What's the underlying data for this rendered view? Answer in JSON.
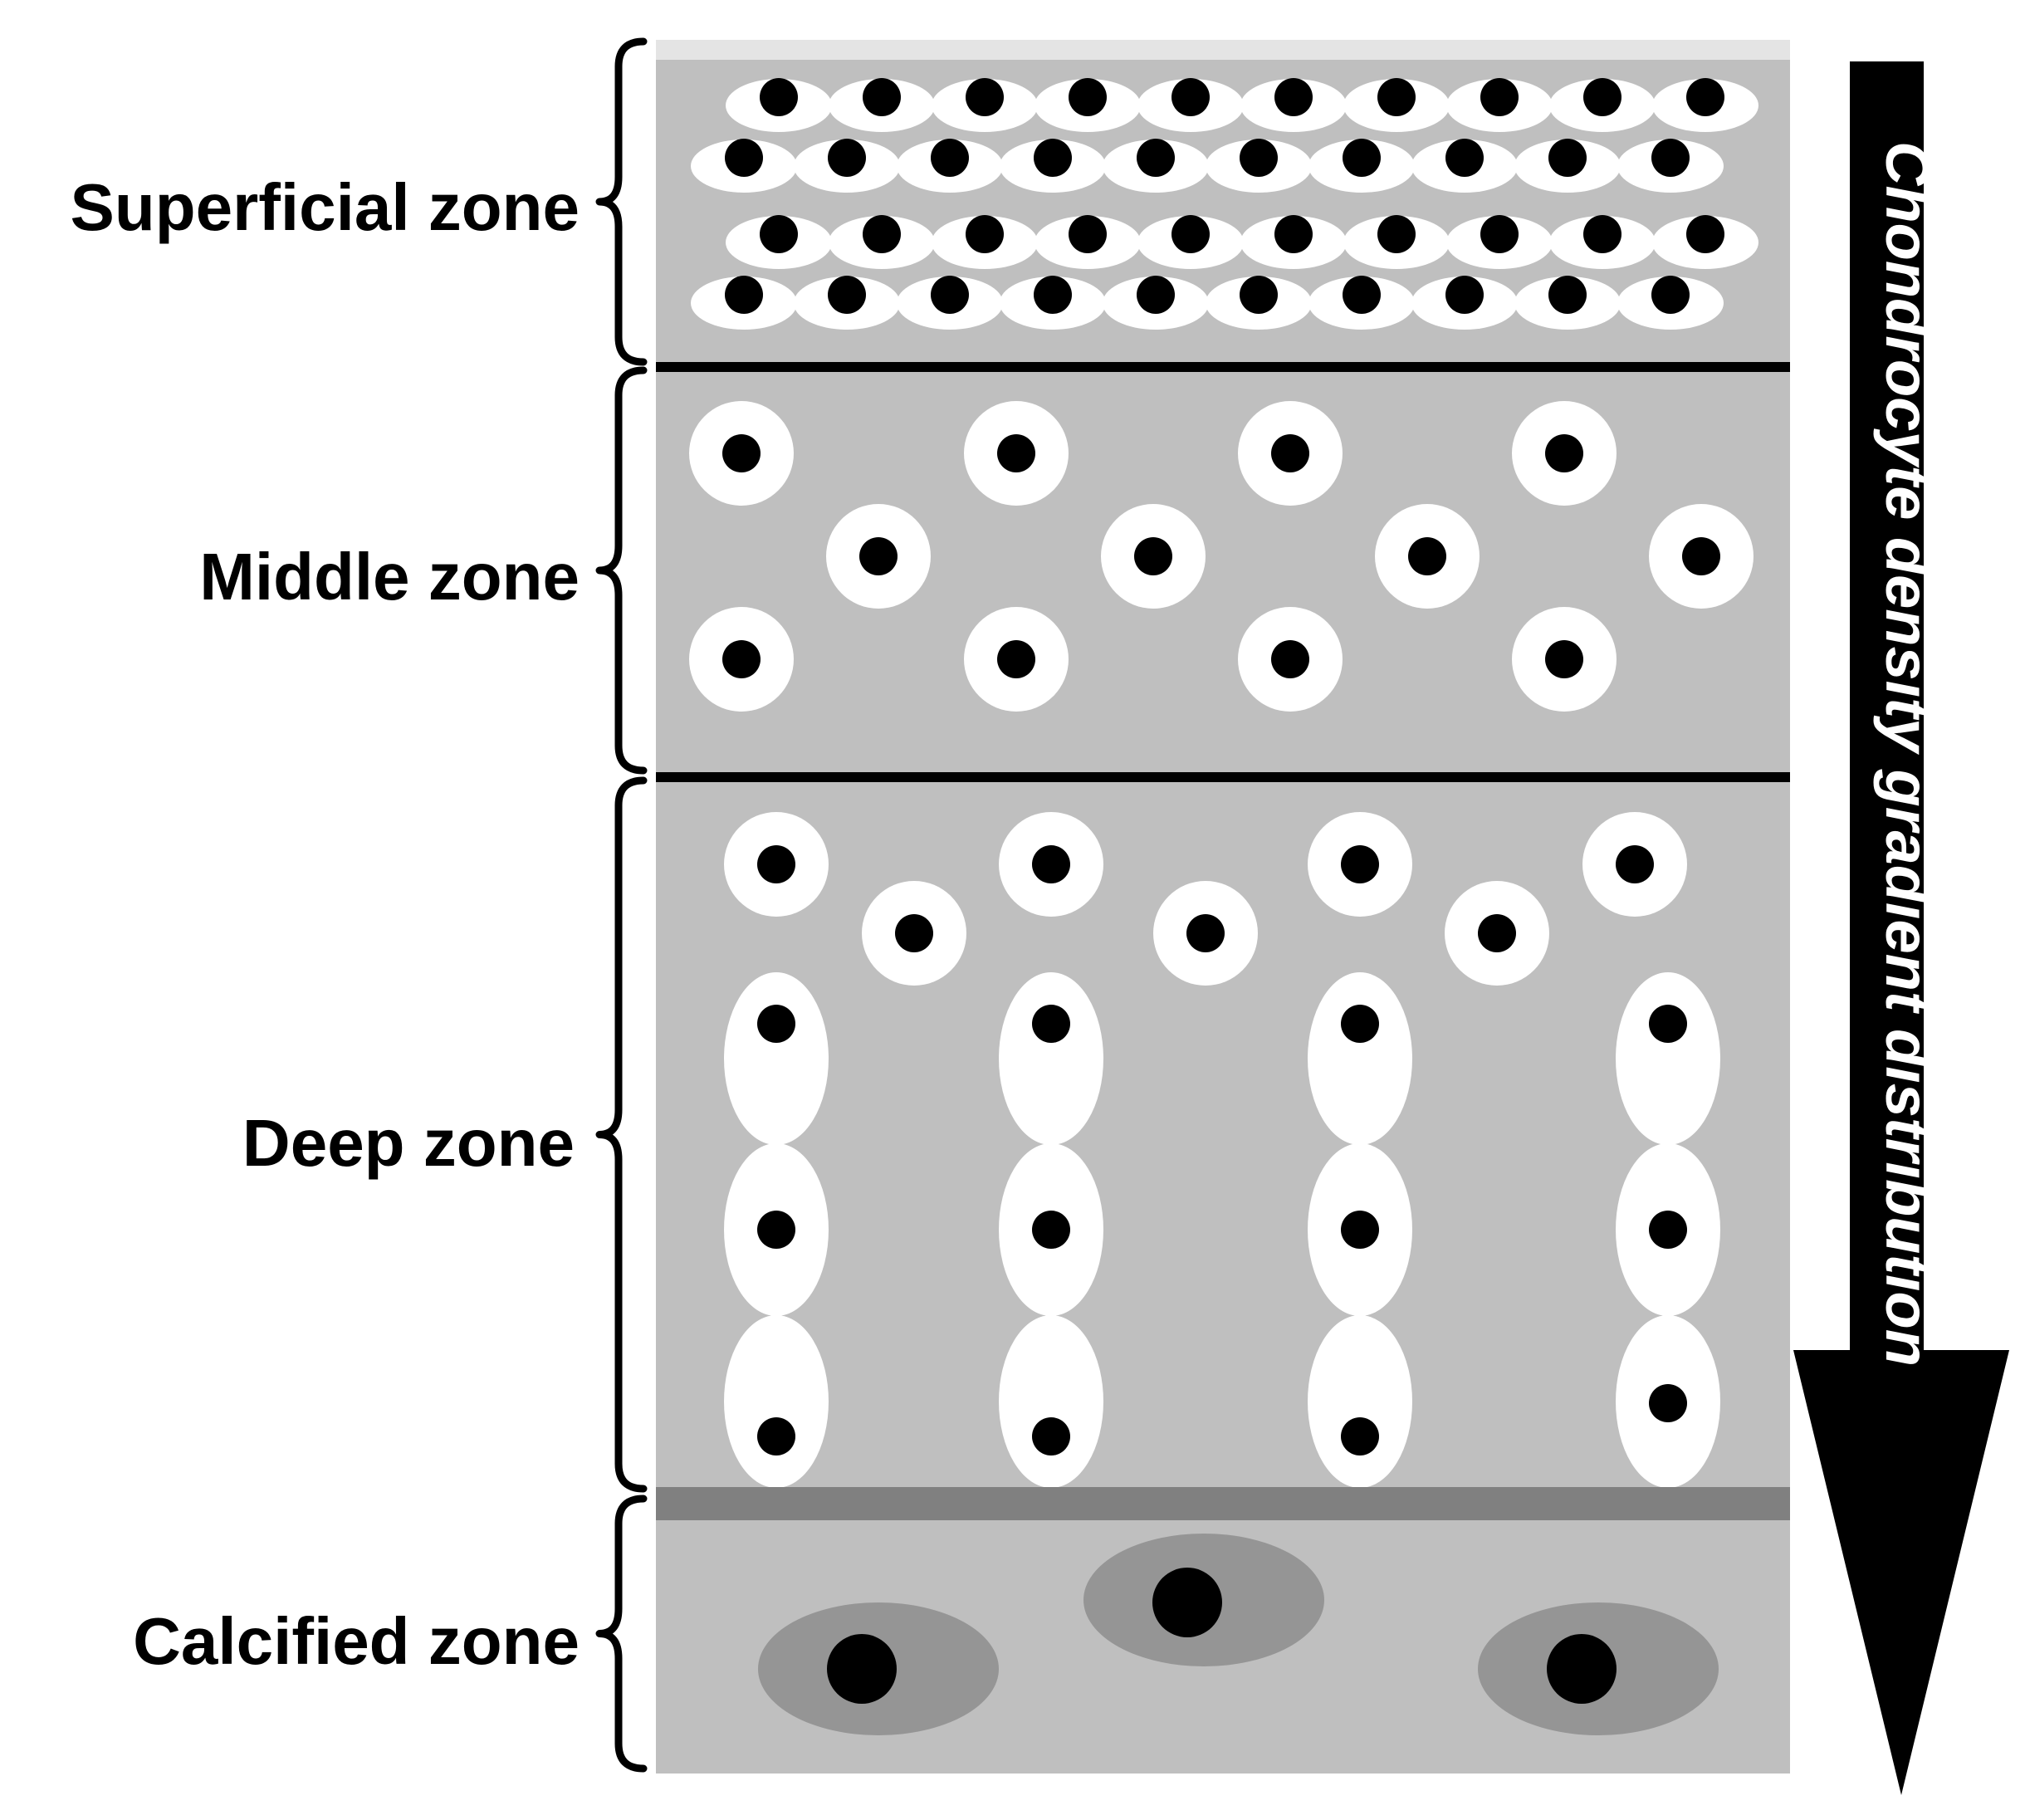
{
  "zones": [
    {
      "key": "superficial",
      "label": "Superficial zone"
    },
    {
      "key": "middle",
      "label": "Middle zone"
    },
    {
      "key": "deep",
      "label": "Deep zone"
    },
    {
      "key": "calcified",
      "label": "Calcified zone"
    }
  ],
  "arrow": {
    "label": "Chondrocyte density gradient distribution"
  },
  "colors": {
    "matrix": "#bfbfbf",
    "cell_halo": "#ffffff",
    "nucleus": "#000000",
    "tidemark": "#808080",
    "calcified_cell": "#959595",
    "divider": "#000000"
  }
}
